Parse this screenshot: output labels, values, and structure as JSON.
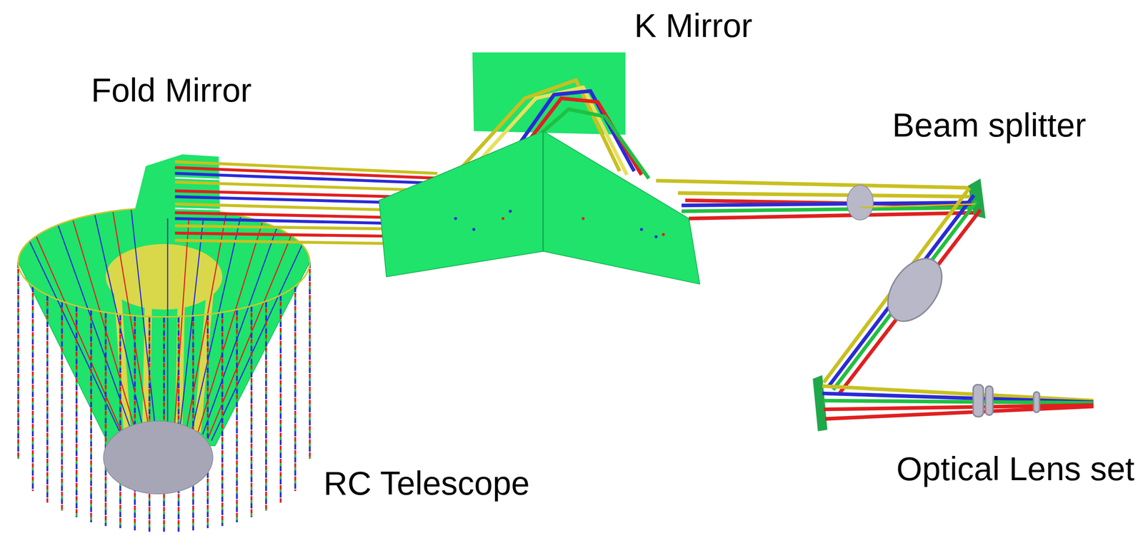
{
  "diagram": {
    "labels": [
      "K Mirror",
      "Fold Mirror",
      "Beam splitter",
      "RC Telescope",
      "Optical Lens set"
    ]
  }
}
